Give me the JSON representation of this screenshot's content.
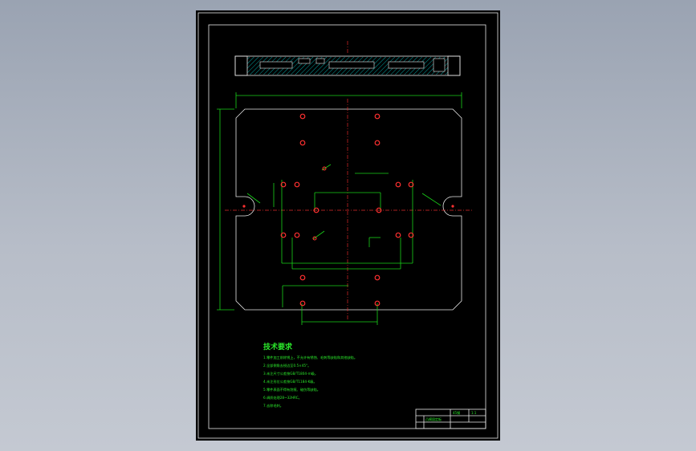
{
  "window": {
    "title": ""
  },
  "drawing": {
    "colors": {
      "outline": "#e8e8e8",
      "dimension": "#19d219",
      "centerline": "#e02a2a",
      "hatch": "#00a0a0",
      "hole": "#ff3030",
      "text": "#2bea2b"
    },
    "tech_requirements": {
      "heading": "技术要求",
      "items": [
        "1.零件加工前除锈上，不允许有锈蚀、毛刺等缺陷和其他缺陷。",
        "2.全部倒角去锐边至0.5×45°。",
        "3.未注尺寸公差按GB/T1804-m级。",
        "4.未注形位公差按GB/T1184-K级。",
        "5.零件表面不得有划痕、碰伤等缺陷。",
        "6.调质处理28~32HRC。",
        "7.去除毛刺。"
      ]
    },
    "title_block": {
      "label_1": "凸模固定板",
      "label_2": "45钢",
      "label_3": "1:1"
    },
    "icons": [
      "drawing-sheet",
      "hatched-section",
      "hole-marker",
      "dimension-arrow"
    ]
  }
}
